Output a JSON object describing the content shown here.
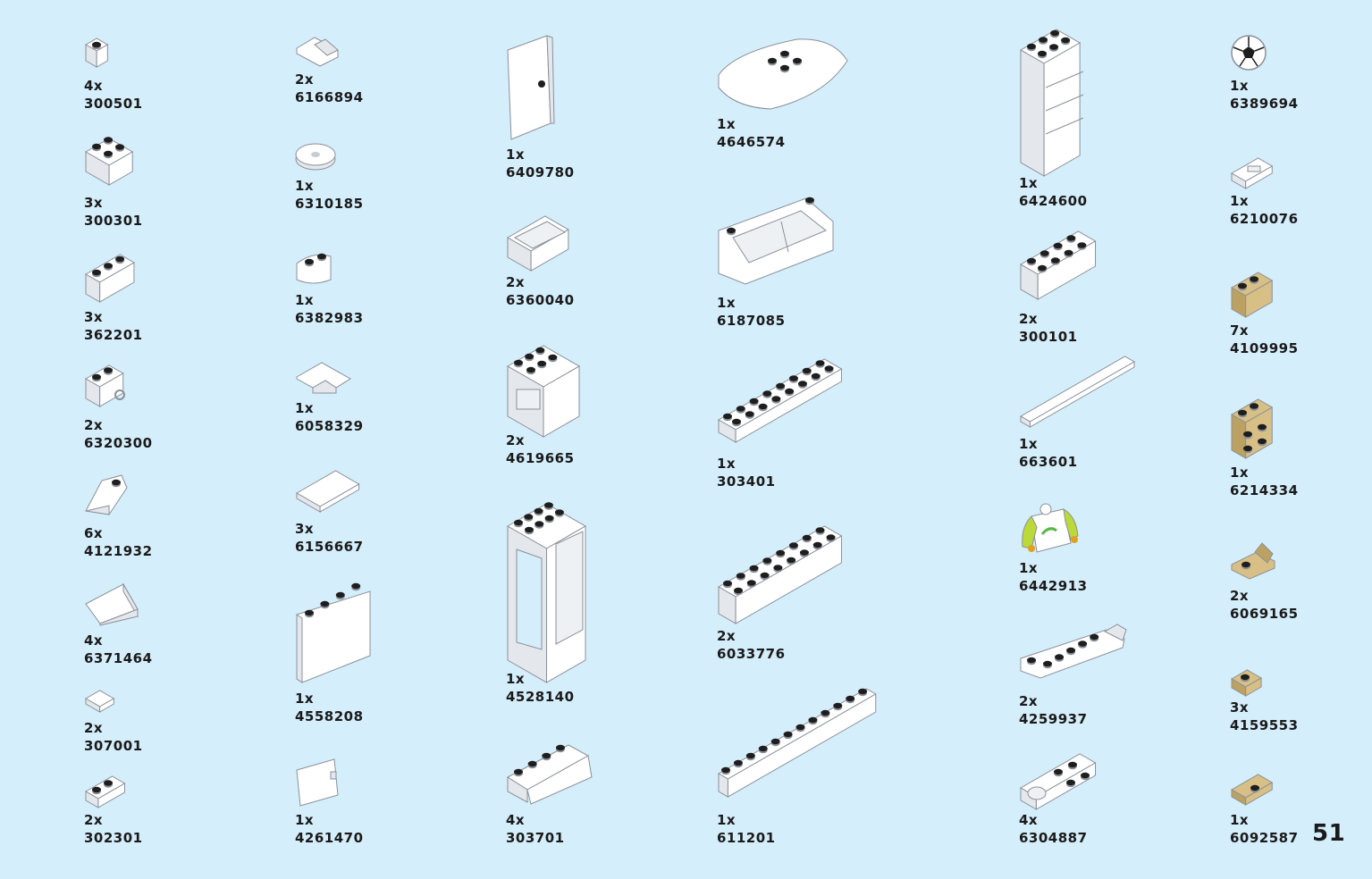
{
  "page_number": "51",
  "colors": {
    "background": "#d5eefb",
    "white_part": "#ffffff",
    "outline": "#8a9098",
    "stud_dark": "#1e1e1e",
    "tan": "#d8bf86",
    "lime": "#bcd93a"
  },
  "parts": [
    {
      "qty": "4x",
      "id": "300501",
      "icon": "brick-1x1-icon",
      "color": "white"
    },
    {
      "qty": "3x",
      "id": "300301",
      "icon": "brick-2x2-icon",
      "color": "white"
    },
    {
      "qty": "3x",
      "id": "362201",
      "icon": "brick-1x3-icon",
      "color": "white"
    },
    {
      "qty": "2x",
      "id": "6320300",
      "icon": "brick-clip-icon",
      "color": "white"
    },
    {
      "qty": "6x",
      "id": "4121932",
      "icon": "slope-small-icon",
      "color": "white"
    },
    {
      "qty": "4x",
      "id": "6371464",
      "icon": "slope-2x2-icon",
      "color": "white"
    },
    {
      "qty": "2x",
      "id": "307001",
      "icon": "tile-1x1-icon",
      "color": "white"
    },
    {
      "qty": "2x",
      "id": "302301",
      "icon": "plate-1x2-icon",
      "color": "white"
    },
    {
      "qty": "2x",
      "id": "6166894",
      "icon": "bracket-icon",
      "color": "white"
    },
    {
      "qty": "1x",
      "id": "6310185",
      "icon": "round-tile-icon",
      "color": "white"
    },
    {
      "qty": "1x",
      "id": "6382983",
      "icon": "round-corner-brick-icon",
      "color": "white"
    },
    {
      "qty": "1x",
      "id": "6058329",
      "icon": "corner-tile-icon",
      "color": "white"
    },
    {
      "qty": "3x",
      "id": "6156667",
      "icon": "flat-tile-icon",
      "color": "white"
    },
    {
      "qty": "1x",
      "id": "4558208",
      "icon": "panel-icon",
      "color": "white"
    },
    {
      "qty": "1x",
      "id": "4261470",
      "icon": "door-small-icon",
      "color": "white"
    },
    {
      "qty": "1x",
      "id": "6409780",
      "icon": "door-icon",
      "color": "white"
    },
    {
      "qty": "2x",
      "id": "6360040",
      "icon": "drawer-icon",
      "color": "white"
    },
    {
      "qty": "2x",
      "id": "4619665",
      "icon": "cupboard-icon",
      "color": "white"
    },
    {
      "qty": "1x",
      "id": "4528140",
      "icon": "frame-icon",
      "color": "white"
    },
    {
      "qty": "4x",
      "id": "303701",
      "icon": "slope-long-icon",
      "color": "white"
    },
    {
      "qty": "1x",
      "id": "4646574",
      "icon": "curved-slope-icon",
      "color": "white"
    },
    {
      "qty": "1x",
      "id": "6187085",
      "icon": "windscreen-icon",
      "color": "white"
    },
    {
      "qty": "1x",
      "id": "303401",
      "icon": "plate-2x8-icon",
      "color": "white"
    },
    {
      "qty": "2x",
      "id": "6033776",
      "icon": "brick-2x8-icon",
      "color": "white"
    },
    {
      "qty": "1x",
      "id": "611201",
      "icon": "plate-1x12-icon",
      "color": "white"
    },
    {
      "qty": "1x",
      "id": "6424600",
      "icon": "shelf-cabinet-icon",
      "color": "white"
    },
    {
      "qty": "2x",
      "id": "300101",
      "icon": "brick-2x4-icon",
      "color": "white"
    },
    {
      "qty": "1x",
      "id": "663601",
      "icon": "tile-1x6-icon",
      "color": "white"
    },
    {
      "qty": "1x",
      "id": "6442913",
      "icon": "torso-icon",
      "color": "white"
    },
    {
      "qty": "2x",
      "id": "4259937",
      "icon": "inverted-plate-icon",
      "color": "white"
    },
    {
      "qty": "4x",
      "id": "6304887",
      "icon": "hinge-plate-icon",
      "color": "white"
    },
    {
      "qty": "1x",
      "id": "6389694",
      "icon": "football-icon",
      "color": "white"
    },
    {
      "qty": "1x",
      "id": "6210076",
      "icon": "tile-grille-icon",
      "color": "white"
    },
    {
      "qty": "7x",
      "id": "4109995",
      "icon": "brick-1x2-tan-icon",
      "color": "tan"
    },
    {
      "qty": "1x",
      "id": "6214334",
      "icon": "brick-studs-side-icon",
      "color": "tan"
    },
    {
      "qty": "2x",
      "id": "6069165",
      "icon": "bracket-tan-icon",
      "color": "tan"
    },
    {
      "qty": "3x",
      "id": "4159553",
      "icon": "plate-1x1-tan-icon",
      "color": "tan"
    },
    {
      "qty": "1x",
      "id": "6092587",
      "icon": "jumper-plate-tan-icon",
      "color": "tan"
    }
  ]
}
